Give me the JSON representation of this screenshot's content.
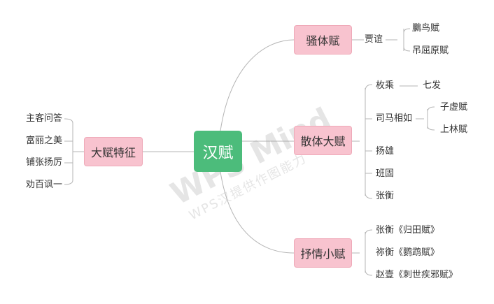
{
  "root": {
    "label": "汉赋"
  },
  "left": {
    "label": "大赋特征",
    "items": [
      "主客问答",
      "富丽之美",
      "铺张扬厉",
      "劝百讽一"
    ]
  },
  "right": [
    {
      "label": "骚体赋",
      "authors": [
        {
          "name": "贾谊",
          "works": [
            "鵩鸟赋",
            "吊屈原赋"
          ]
        }
      ]
    },
    {
      "label": "散体大赋",
      "authors": [
        {
          "name": "枚乘",
          "works": [
            "七发"
          ]
        },
        {
          "name": "司马相如",
          "works": [
            "子虚赋",
            "上林赋"
          ]
        },
        {
          "name": "扬雄",
          "works": []
        },
        {
          "name": "班固",
          "works": []
        },
        {
          "name": "张衡",
          "works": []
        }
      ]
    },
    {
      "label": "抒情小赋",
      "items": [
        "张衡《归田赋》",
        "祢衡《鹦鹉赋》",
        "赵壹《刺世疾邪赋》"
      ]
    }
  ],
  "watermark": {
    "logo": "WPS Mind",
    "text": "WPS汉提供作图能力"
  },
  "colors": {
    "root": "#4cbc7b",
    "topic": "#f8c3cf",
    "line": "#b5b5b5"
  }
}
